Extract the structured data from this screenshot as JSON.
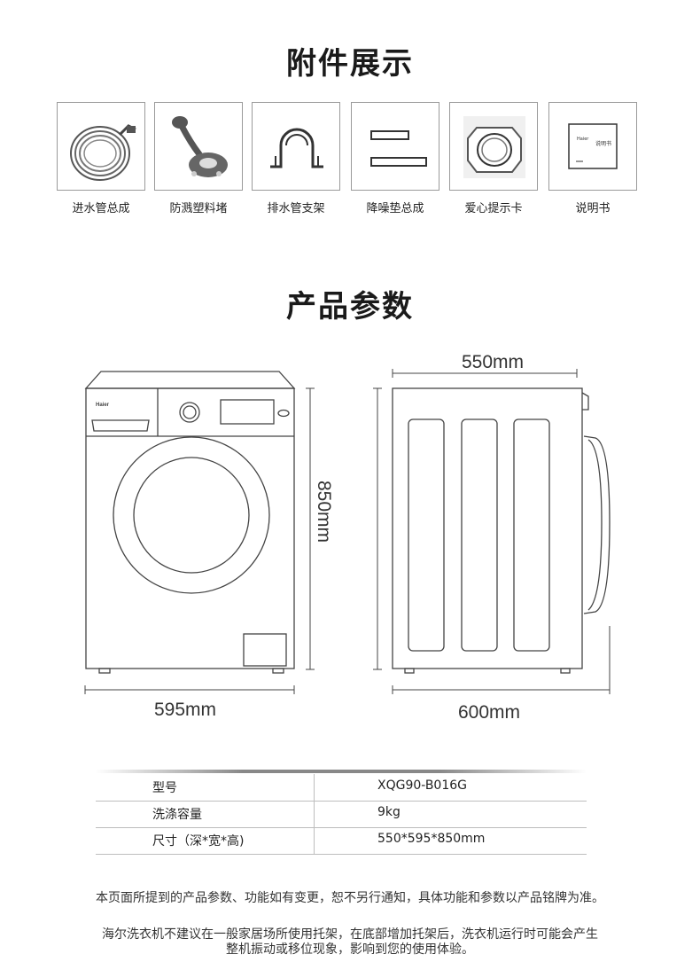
{
  "accessories": {
    "title": "附件展示",
    "items": [
      {
        "label": "进水管总成",
        "icon": "inlet-hose-icon"
      },
      {
        "label": "防溅塑料堵",
        "icon": "splash-plug-icon"
      },
      {
        "label": "排水管支架",
        "icon": "drain-bracket-icon"
      },
      {
        "label": "降噪垫总成",
        "icon": "noise-pad-icon"
      },
      {
        "label": "爱心提示卡",
        "icon": "care-card-icon"
      },
      {
        "label": "说明书",
        "icon": "manual-icon"
      }
    ],
    "manual_brand": "Haier",
    "manual_text": "说明书"
  },
  "params": {
    "title": "产品参数",
    "brand": "Haier",
    "dimensions": {
      "front_width": "595mm",
      "height": "850mm",
      "side_width": "550mm",
      "total_depth": "600mm"
    }
  },
  "spec_table": {
    "rows": [
      {
        "key": "型号",
        "value": "XQG90-B016G"
      },
      {
        "key": "洗涤容量",
        "value": "9kg"
      },
      {
        "key": "尺寸（深*宽*高)",
        "value": "550*595*850mm"
      }
    ]
  },
  "notes": {
    "line1": "本页面所提到的产品参数、功能如有变更，恕不另行通知，具体功能和参数以产品铭牌为准。",
    "line2": "海尔洗衣机不建议在一般家居场所使用托架，在底部增加托架后，洗衣机运行时可能会产生",
    "line3": "整机振动或移位现象，影响到您的使用体验。"
  },
  "colors": {
    "line": "#444444",
    "border": "#9a9a9a",
    "table_line": "#bdbdbd",
    "title": "#1a1a1a"
  }
}
